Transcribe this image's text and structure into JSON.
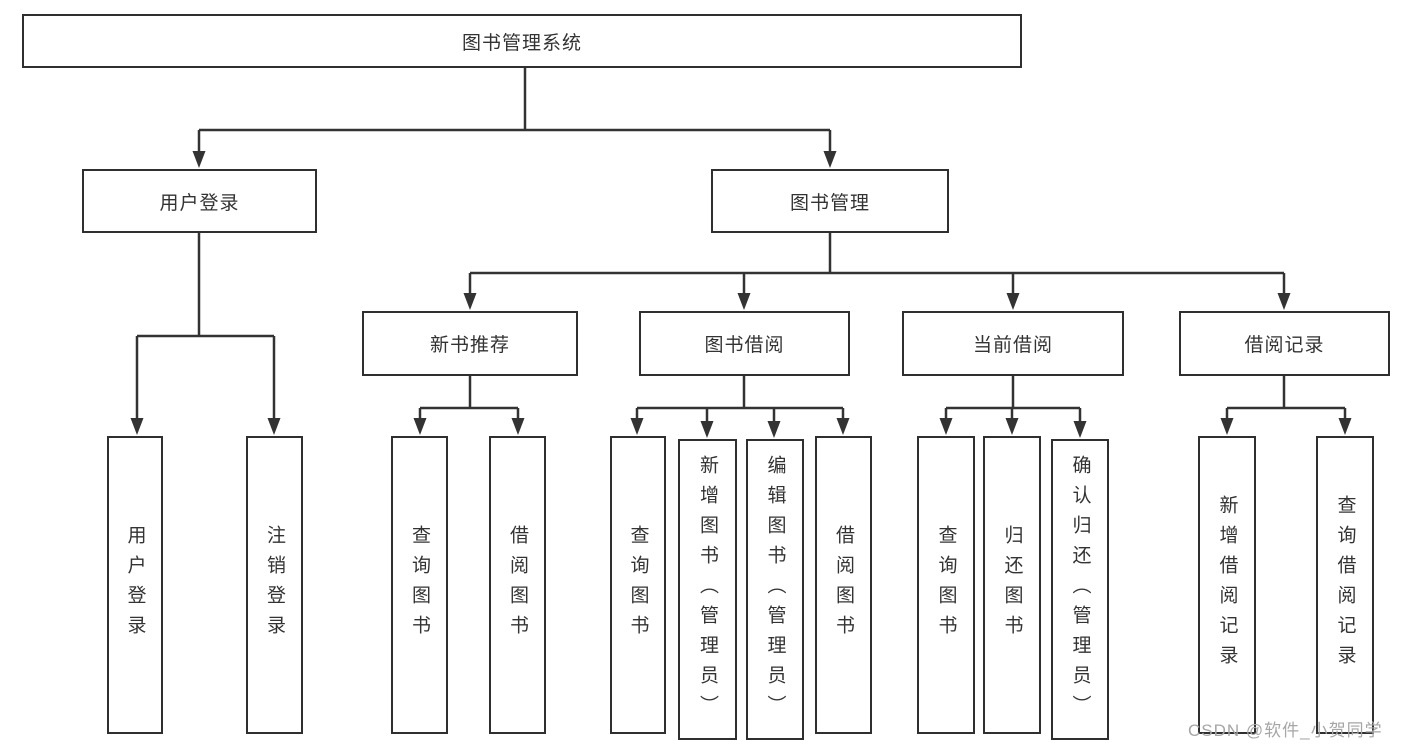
{
  "colors": {
    "line": "#333333",
    "box_border": "#2f2f2f",
    "text": "#333333",
    "background": "#ffffff",
    "watermark": "#a6a6a6"
  },
  "watermark": {
    "text": "CSDN @软件_小贺同学"
  },
  "tree": {
    "root": "图书管理系统",
    "level2": [
      {
        "label": "用户登录",
        "children": [
          "用户登录",
          "注销登录"
        ]
      },
      {
        "label": "图书管理",
        "children": [
          {
            "label": "新书推荐",
            "children": [
              "查询图书",
              "借阅图书"
            ]
          },
          {
            "label": "图书借阅",
            "children": [
              "查询图书",
              "新增图书（管理员）",
              "编辑图书（管理员）",
              "借阅图书"
            ]
          },
          {
            "label": "当前借阅",
            "children": [
              "查询图书",
              "归还图书",
              "确认归还（管理员）"
            ]
          },
          {
            "label": "借阅记录",
            "children": [
              "新增借阅记录",
              "查询借阅记录"
            ]
          }
        ]
      }
    ]
  }
}
